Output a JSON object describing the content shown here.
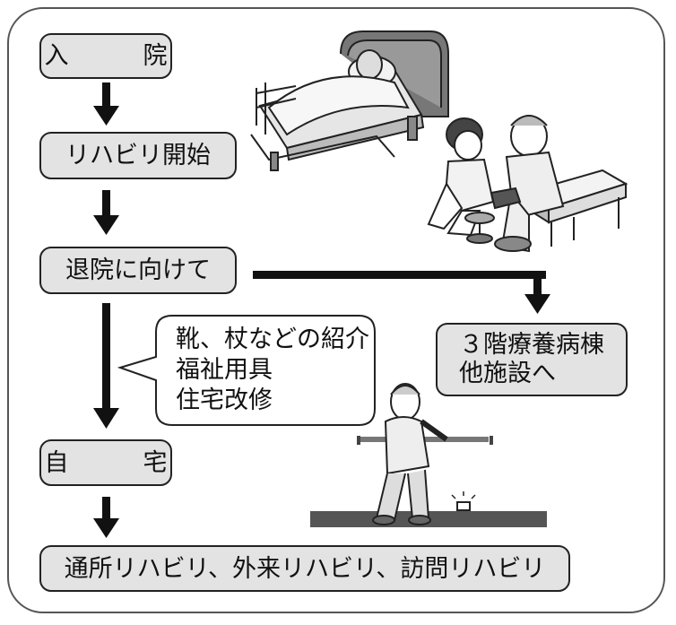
{
  "steps": {
    "admission": "入　院",
    "rehab_start": "リハビリ開始",
    "discharge_prep": "退院に向けて",
    "home": "自　宅",
    "outpatient": "通所リハビリ、外来リハビリ、訪問リハビリ"
  },
  "side_box": {
    "line1": "３階療養病棟",
    "line2": "他施設へ"
  },
  "bubble": {
    "line1": "靴、杖などの紹介",
    "line2": "福祉用具",
    "line3": "住宅改修"
  },
  "illustrations": [
    "patient-in-bed",
    "nurse-measuring-blood-pressure",
    "elderly-man-using-handrail"
  ]
}
